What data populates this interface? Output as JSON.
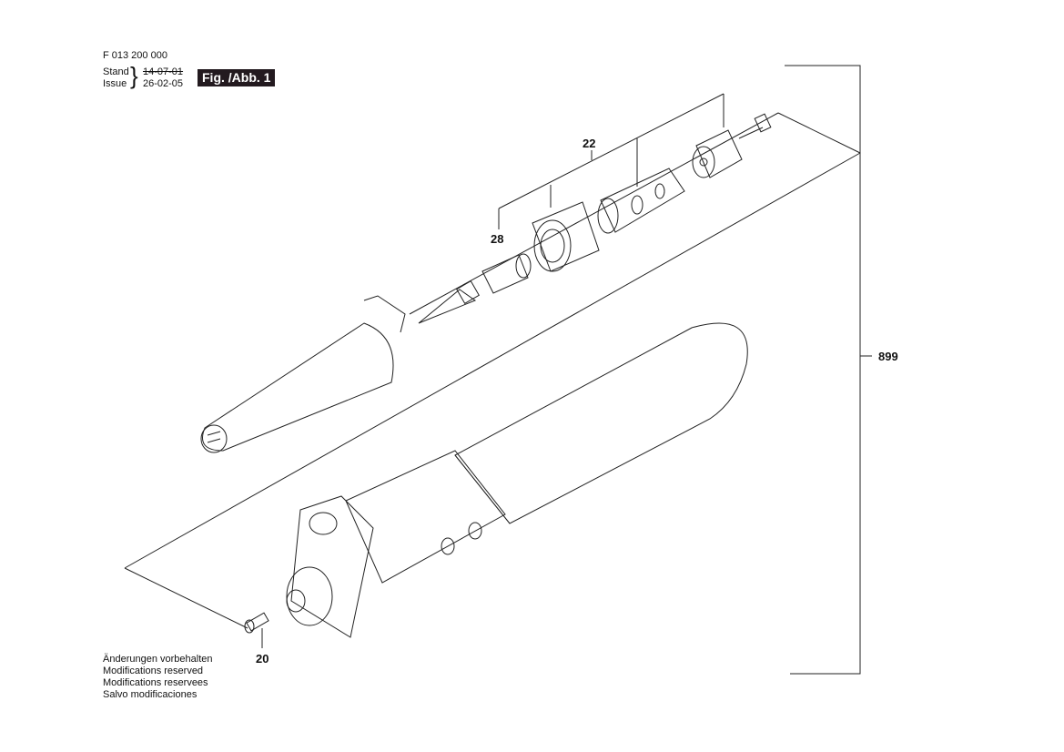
{
  "header": {
    "part_number": "F 013 200 000",
    "stand_label": "Stand",
    "issue_label": "Issue",
    "stand_date": "14-07-01",
    "issue_date": "26-02-05",
    "figure_label": "Fig. /Abb. 1"
  },
  "callouts": {
    "c22": "22",
    "c28": "28",
    "c20": "20",
    "c899": "899"
  },
  "notes": [
    "Änderungen vorbehalten",
    "Modifications reserved",
    "Modifications reservees",
    "Salvo modificaciones"
  ]
}
